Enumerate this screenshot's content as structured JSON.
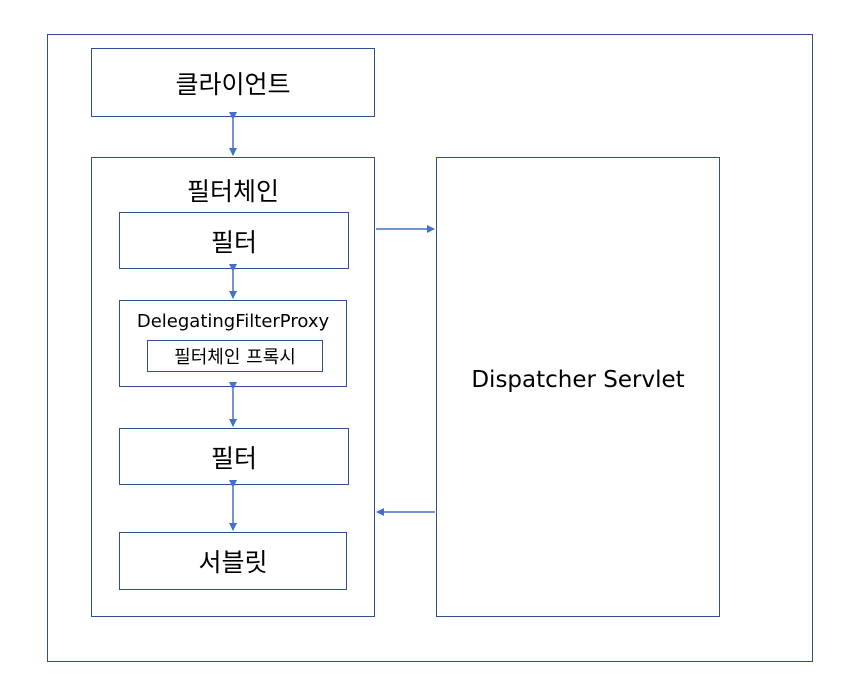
{
  "diagram": {
    "client_label": "클라이언트",
    "filter_chain_label": "필터체인",
    "filter_top_label": "필터",
    "delegating_proxy_label": "DelegatingFilterProxy",
    "filter_chain_proxy_label": "필터체인 프록시",
    "filter_bottom_label": "필터",
    "servlet_label": "서블릿",
    "dispatcher_label": "Dispatcher Servlet"
  },
  "colors": {
    "border": "#2f4f8f",
    "arrow": "#4472c4"
  }
}
